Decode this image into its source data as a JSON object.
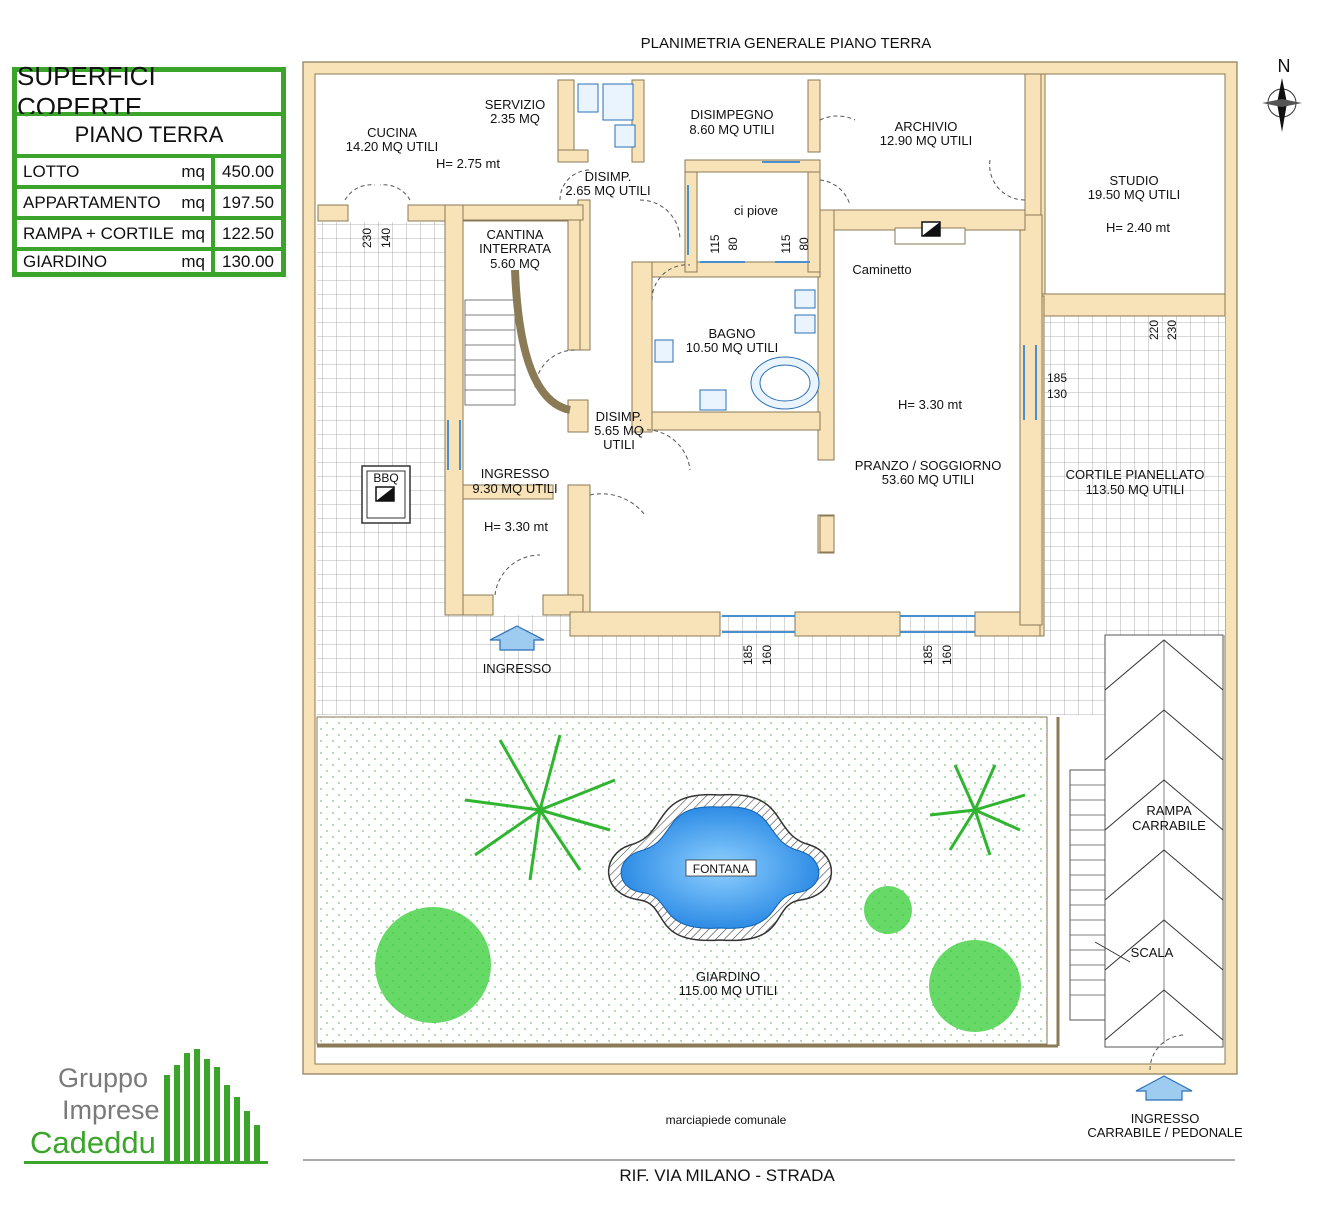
{
  "plan_title": "PLANIMETRIA GENERALE PIANO TERRA",
  "north_label": "N",
  "summary": {
    "title": "SUPERFICI COPERTE",
    "subtitle": "PIANO TERRA",
    "rows": [
      {
        "label": "LOTTO",
        "unit": "mq",
        "value": "450.00"
      },
      {
        "label": "APPARTAMENTO",
        "unit": "mq",
        "value": "197.50"
      },
      {
        "label": "RAMPA + CORTILE",
        "unit": "mq",
        "value": "122.50"
      },
      {
        "label": "GIARDINO",
        "unit": "mq",
        "value": "130.00"
      }
    ]
  },
  "rooms": {
    "cucina": [
      "CUCINA",
      "14.20 MQ UTILI"
    ],
    "cucina_h": "H= 2.75 mt",
    "servizio": [
      "SERVIZIO",
      "2.35 MQ"
    ],
    "disimp_1": [
      "DISIMP.",
      "2.65 MQ UTILI"
    ],
    "disimpegno": [
      "DISIMPEGNO",
      "8.60 MQ UTILI"
    ],
    "archivio": [
      "ARCHIVIO",
      "12.90 MQ UTILI"
    ],
    "studio": [
      "STUDIO",
      "19.50 MQ UTILI"
    ],
    "studio_h": "H= 2.40 mt",
    "ci_piove": "ci piove",
    "cantina": [
      "CANTINA",
      "INTERRATA",
      "5.60 MQ"
    ],
    "caminetto": "Caminetto",
    "bagno": [
      "BAGNO",
      "10.50 MQ UTILI"
    ],
    "disimp_2": [
      "DISIMP.",
      "5.65 MQ",
      "UTILI"
    ],
    "soggiorno_h": "H= 3.30 mt",
    "soggiorno": [
      "PRANZO / SOGGIORNO",
      "53.60 MQ UTILI"
    ],
    "ingresso": [
      "INGRESSO",
      "9.30 MQ UTILI"
    ],
    "ingresso_h": "H= 3.30 mt",
    "cortile": [
      "CORTILE PIANELLATO",
      "113.50 MQ UTILI"
    ],
    "bbq": "BBQ",
    "ingresso_arrow": "INGRESSO",
    "fontana": "FONTANA",
    "giardino": [
      "GIARDINO",
      "115.00 MQ UTILI"
    ],
    "rampa": [
      "RAMPA",
      "CARRABILE"
    ],
    "scala": "SCALA",
    "marciapiede": "marciapiede comunale",
    "ingresso_carrabile": [
      "INGRESSO",
      "CARRABILE / PEDONALE"
    ],
    "street": "RIF. VIA MILANO - STRADA"
  },
  "dimensions": {
    "d1": "230",
    "d2": "140",
    "d3": "115",
    "d4": "80",
    "d5": "115",
    "d6": "80",
    "d7": "220",
    "d8": "230",
    "d9": "185",
    "d10": "130",
    "d11": "185",
    "d12": "160",
    "d13": "185",
    "d14": "160"
  },
  "logo": {
    "line1": "Gruppo",
    "line2": "Imprese",
    "line3": "Cadeddu"
  },
  "colors": {
    "wall": "#f8e3b8",
    "wall_stroke": "#8a7a55",
    "accent": "#3aa52a",
    "water": "#2288ee",
    "window": "#6aa8e0",
    "tree": "#33cc33"
  }
}
